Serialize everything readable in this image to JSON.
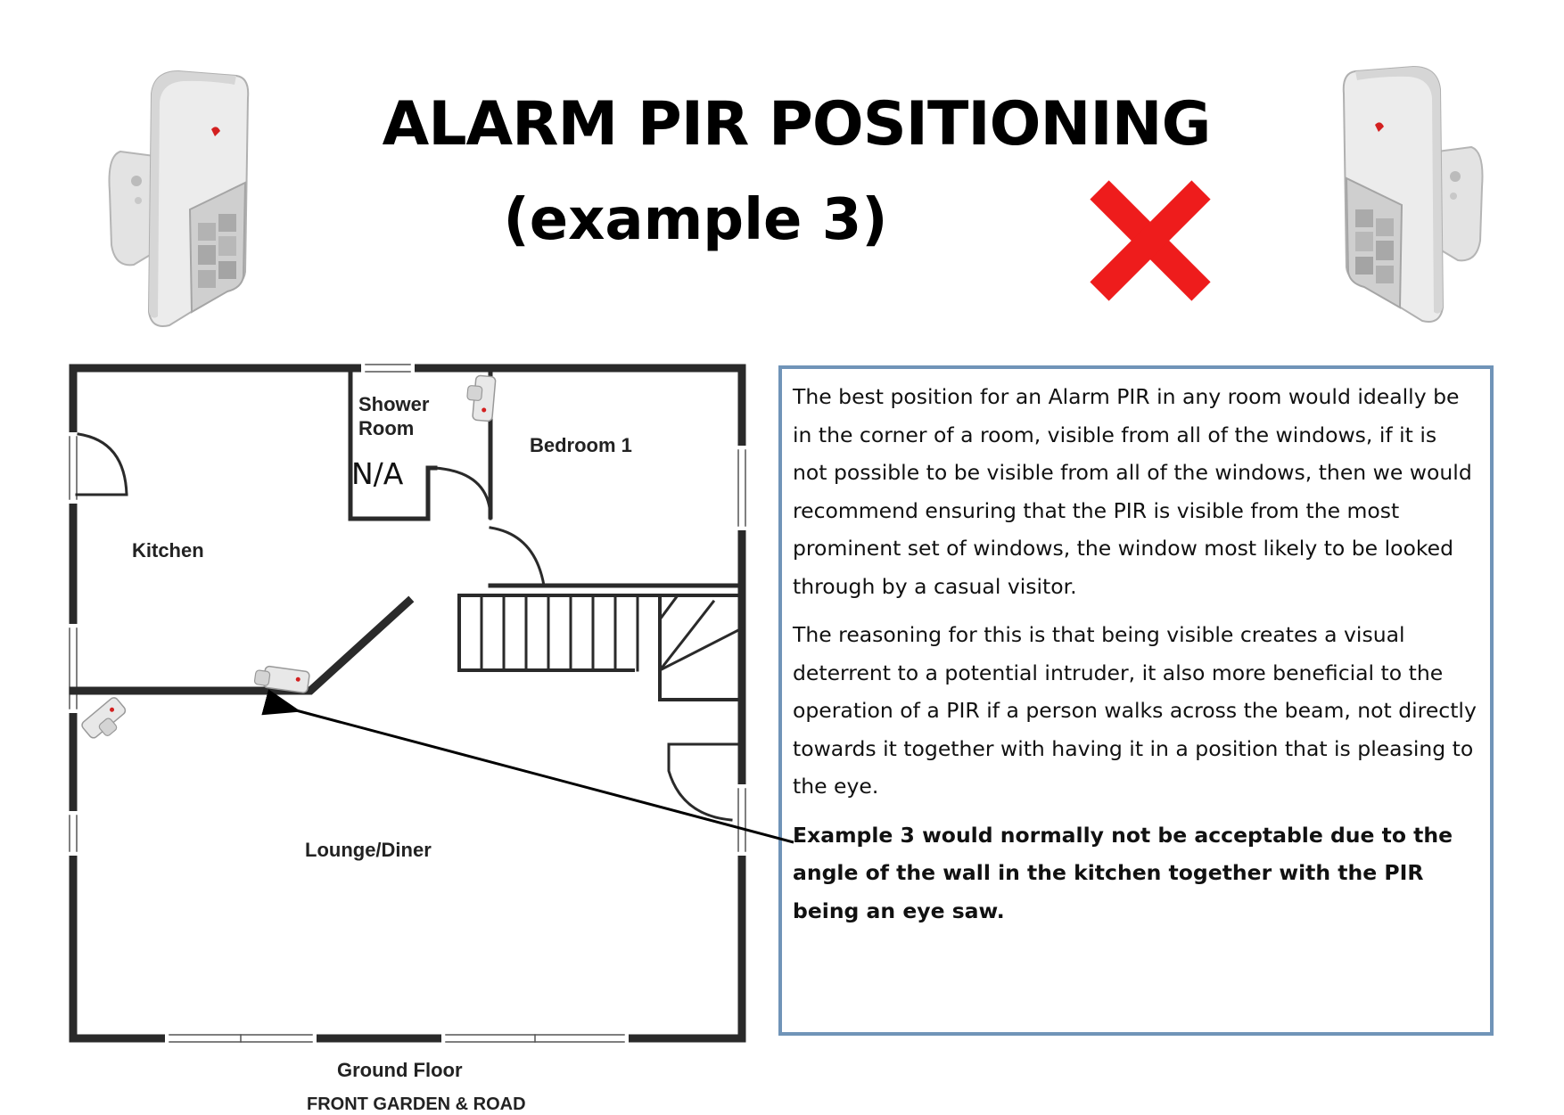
{
  "title": {
    "main": "ALARM PIR POSITIONING",
    "sub": "(example 3)"
  },
  "verdict_icon": "red-cross-icon",
  "colors": {
    "cross": "#ee1c1c",
    "box_border": "#7094b8",
    "wall": "#2a2a2a"
  },
  "floorplan": {
    "rooms": {
      "shower_line1": "Shower",
      "shower_line2": "Room",
      "shower_note": "N/A",
      "bedroom": "Bedroom 1",
      "kitchen": "Kitchen",
      "lounge": "Lounge/Diner"
    },
    "floor_label": "Ground Floor",
    "front_label": "FRONT GARDEN & ROAD"
  },
  "info": {
    "paragraph1": "The best position for an Alarm PIR in any room would ideally be in the corner of a room, visible from all of the windows, if it is not possible to be visible from all of the windows, then we would recommend ensuring that the PIR is visible from the most prominent set of windows, the window most likely to be looked through by a casual visitor.",
    "paragraph2": "The reasoning for this is that being visible creates a visual deterrent to a potential intruder, it also more beneficial to the operation of a PIR if a person walks across the beam, not directly towards it together with having it in a position that is pleasing to the eye.",
    "paragraph3": "Example 3 would normally not be acceptable due to the angle of the wall in the kitchen together with the PIR being an eye saw."
  }
}
